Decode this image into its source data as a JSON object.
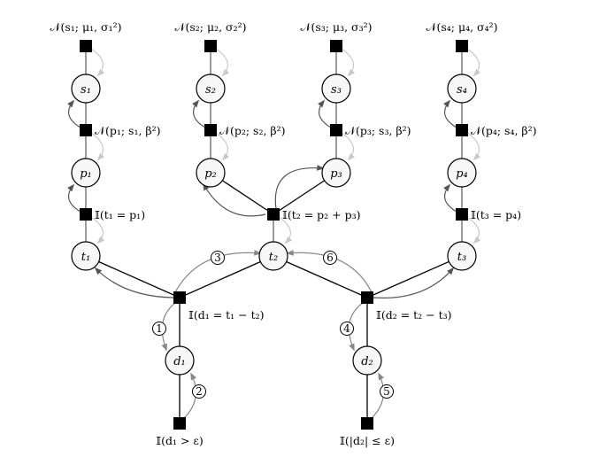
{
  "factor_labels": {
    "prior_1": "𝒩(s₁; μ₁, σ₁²)",
    "prior_2": "𝒩(s₂; μ₂, σ₂²)",
    "prior_3": "𝒩(s₃; μ₃, σ₃²)",
    "prior_4": "𝒩(s₄; μ₄, σ₄²)",
    "perf_1": "𝒩(p₁; s₁, β²)",
    "perf_2": "𝒩(p₂; s₂, β²)",
    "perf_3": "𝒩(p₃; s₃, β²)",
    "perf_4": "𝒩(p₄; s₄, β²)",
    "team_1": "𝕀(t₁ = p₁)",
    "team_2": "𝕀(t₂ = p₂ + p₃)",
    "team_3": "𝕀(t₃ = p₄)",
    "diff_1": "𝕀(d₁ = t₁ − t₂)",
    "diff_2": "𝕀(d₂ = t₂ − t₃)",
    "out_1": "𝕀(d₁ > ε)",
    "out_2": "𝕀(|d₂| ≤ ε)"
  },
  "variables": {
    "s1": "s₁",
    "s2": "s₂",
    "s3": "s₃",
    "s4": "s₄",
    "p1": "p₁",
    "p2": "p₂",
    "p3": "p₃",
    "p4": "p₄",
    "t1": "t₁",
    "t2": "t₂",
    "t3": "t₃",
    "d1": "d₁",
    "d2": "d₂"
  },
  "message_order": [
    "1",
    "2",
    "3",
    "4",
    "5",
    "6"
  ],
  "colors": {
    "light_arrow": "#c8c8c8",
    "mid_arrow": "#888888",
    "dark_arrow": "#555555",
    "node_fill": "#f7f7f7"
  }
}
